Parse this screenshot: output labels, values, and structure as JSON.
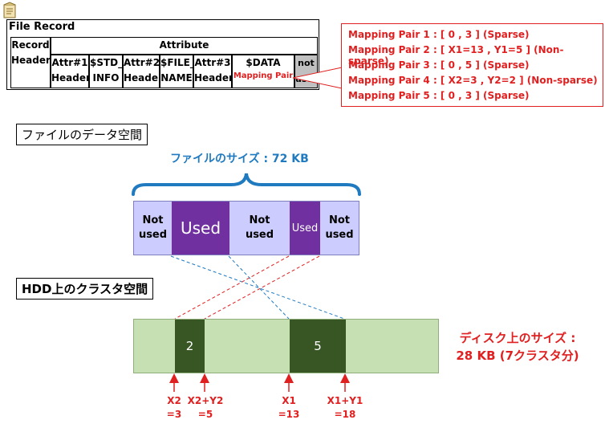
{
  "record": {
    "title": "File Record",
    "record_header": [
      "Record",
      "Header"
    ],
    "attribute": "Attribute",
    "cols": [
      {
        "l1": "Attr#1",
        "l2": "Header"
      },
      {
        "l1": "$STD_",
        "l2": "INFO"
      },
      {
        "l1": "Attr#2",
        "l2": "Header"
      },
      {
        "l1": "$FILE_",
        "l2": "NAME"
      },
      {
        "l1": "Attr#3",
        "l2": "Header"
      }
    ],
    "data_col": "$DATA",
    "mapping_pair": "Mapping Pair",
    "not_used": "not used"
  },
  "mapping_pairs": [
    "Mapping Pair 1 : [ 0 , 3 ] (Sparse)",
    "Mapping Pair 2 : [ X1=13 , Y1=5 ] (Non-sparse)",
    "Mapping Pair 3 : [ 0 , 5 ] (Sparse)",
    "Mapping Pair 4 : [ X2=3 , Y2=2 ] (Non-sparse)",
    "Mapping Pair 5 : [ 0 , 3 ] (Sparse)"
  ],
  "file_space_label": "ファイルのデータ空間",
  "file_size_label": "ファイルのサイズ : 72 KB",
  "file_segments": [
    {
      "kind": "not",
      "l1": "Not",
      "l2": "used"
    },
    {
      "kind": "used",
      "text": "Used"
    },
    {
      "kind": "not",
      "l1": "Not",
      "l2": "used"
    },
    {
      "kind": "used",
      "text": "Used"
    },
    {
      "kind": "not",
      "l1": "Not",
      "l2": "used"
    }
  ],
  "hdd_space_label": "HDD上のクラスタ空間",
  "hdd_clusters": [
    "2",
    "5"
  ],
  "disk_size_line1": "ディスク上のサイズ :",
  "disk_size_line2": "28 KB (7クラスタ分)",
  "markers": [
    {
      "l1": "X2",
      "l2": "=3"
    },
    {
      "l1": "X2+Y2",
      "l2": "=5"
    },
    {
      "l1": "X1",
      "l2": "=13"
    },
    {
      "l1": "X1+Y1",
      "l2": "=18"
    }
  ],
  "colors": {
    "red": "#e02020",
    "blue": "#1f7ac0",
    "purple": "#7030a0",
    "lavender": "#ccccff",
    "light_green": "#c6e0b4",
    "dark_green": "#375623"
  }
}
